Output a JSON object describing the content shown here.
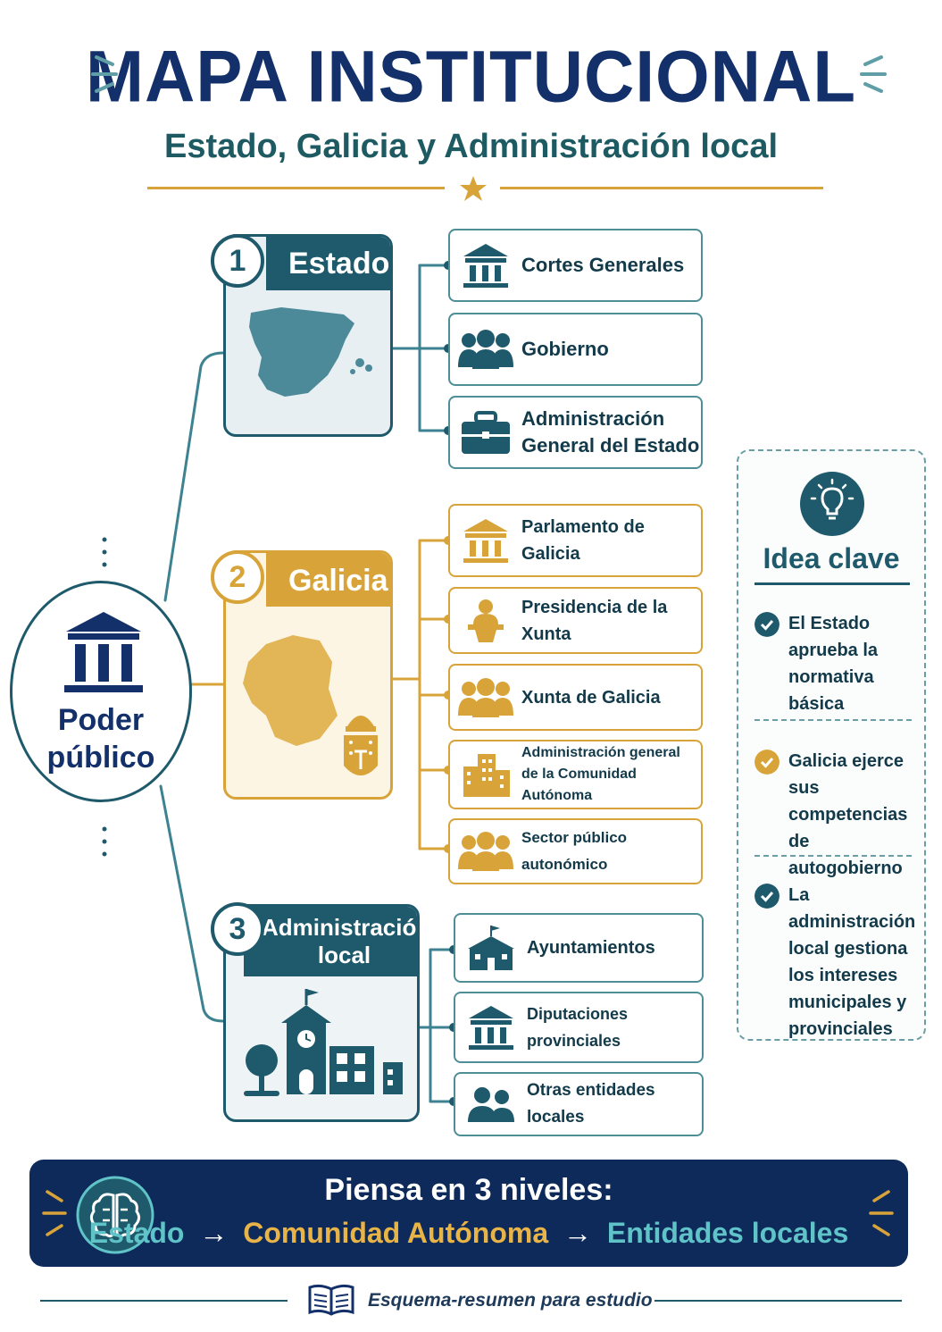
{
  "header": {
    "title": "MAPA INSTITUCIONAL",
    "subtitle": "Estado, Galicia y Administración local"
  },
  "root": {
    "line1": "Poder",
    "line2": "público"
  },
  "levels": [
    {
      "number": "1",
      "name": "Estado",
      "color": "#1e5a6b",
      "items": [
        {
          "label": "Cortes Generales",
          "icon": "building-columns-icon"
        },
        {
          "label": "Gobierno",
          "icon": "people-group-icon"
        },
        {
          "label": "Administración General del Estado",
          "icon": "briefcase-icon"
        }
      ]
    },
    {
      "number": "2",
      "name": "Galicia",
      "color": "#d8a43a",
      "items": [
        {
          "label": "Parlamento de Galicia",
          "icon": "building-columns-icon"
        },
        {
          "label": "Presidencia de la Xunta",
          "icon": "speaker-podium-icon"
        },
        {
          "label": "Xunta de Galicia",
          "icon": "people-group-icon"
        },
        {
          "label": "Administración general de la Comunidad Autónoma",
          "icon": "office-building-icon"
        },
        {
          "label": "Sector público autonómico",
          "icon": "people-group-icon"
        }
      ]
    },
    {
      "number": "3",
      "name": "Administración local",
      "color": "#1e5a6b",
      "items": [
        {
          "label": "Ayuntamientos",
          "icon": "town-hall-icon"
        },
        {
          "label": "Diputaciones provinciales",
          "icon": "building-columns-icon"
        },
        {
          "label": "Otras entidades locales",
          "icon": "people-pair-icon"
        }
      ]
    }
  ],
  "idea": {
    "title": "Idea clave",
    "points": [
      {
        "text": "El Estado aprueba la normativa básica",
        "color": "#1e5a6b"
      },
      {
        "text": "Galicia ejerce sus competencias de autogobierno",
        "color": "#d8a43a"
      },
      {
        "text": "La administración local gestiona los intereses municipales y provinciales",
        "color": "#1e5a6b"
      }
    ]
  },
  "banner": {
    "title": "Piensa en 3 niveles:",
    "level1": "Estado",
    "level2": "Comunidad Autónoma",
    "level3": "Entidades locales",
    "arrow": "→"
  },
  "footer": {
    "text": "Esquema-resumen para estudio"
  },
  "colors": {
    "navy": "#13306b",
    "teal": "#1e5a6b",
    "gold": "#d8a43a",
    "light_teal": "#5fc3c8"
  }
}
